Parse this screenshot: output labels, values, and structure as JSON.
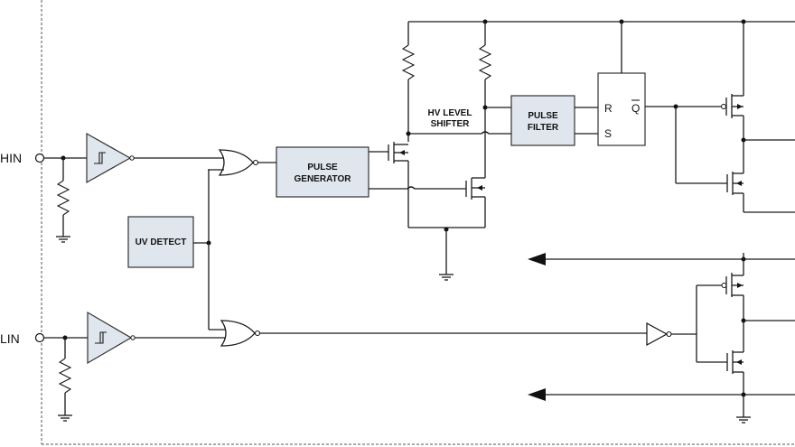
{
  "pins": {
    "hin": "HIN",
    "lin": "LIN"
  },
  "blocks": {
    "uv_detect": "UV DETECT",
    "pulse_generator_line1": "PULSE",
    "pulse_generator_line2": "GENERATOR",
    "pulse_filter_line1": "PULSE",
    "pulse_filter_line2": "FILTER",
    "hv_level_shifter_line1": "HV LEVEL",
    "hv_level_shifter_line2": "SHIFTER"
  },
  "flipflop": {
    "r": "R",
    "s": "S",
    "qbar": "Q"
  },
  "colors": {
    "block_fill": "#dfe6ee",
    "wire": "#1a1a1a"
  }
}
